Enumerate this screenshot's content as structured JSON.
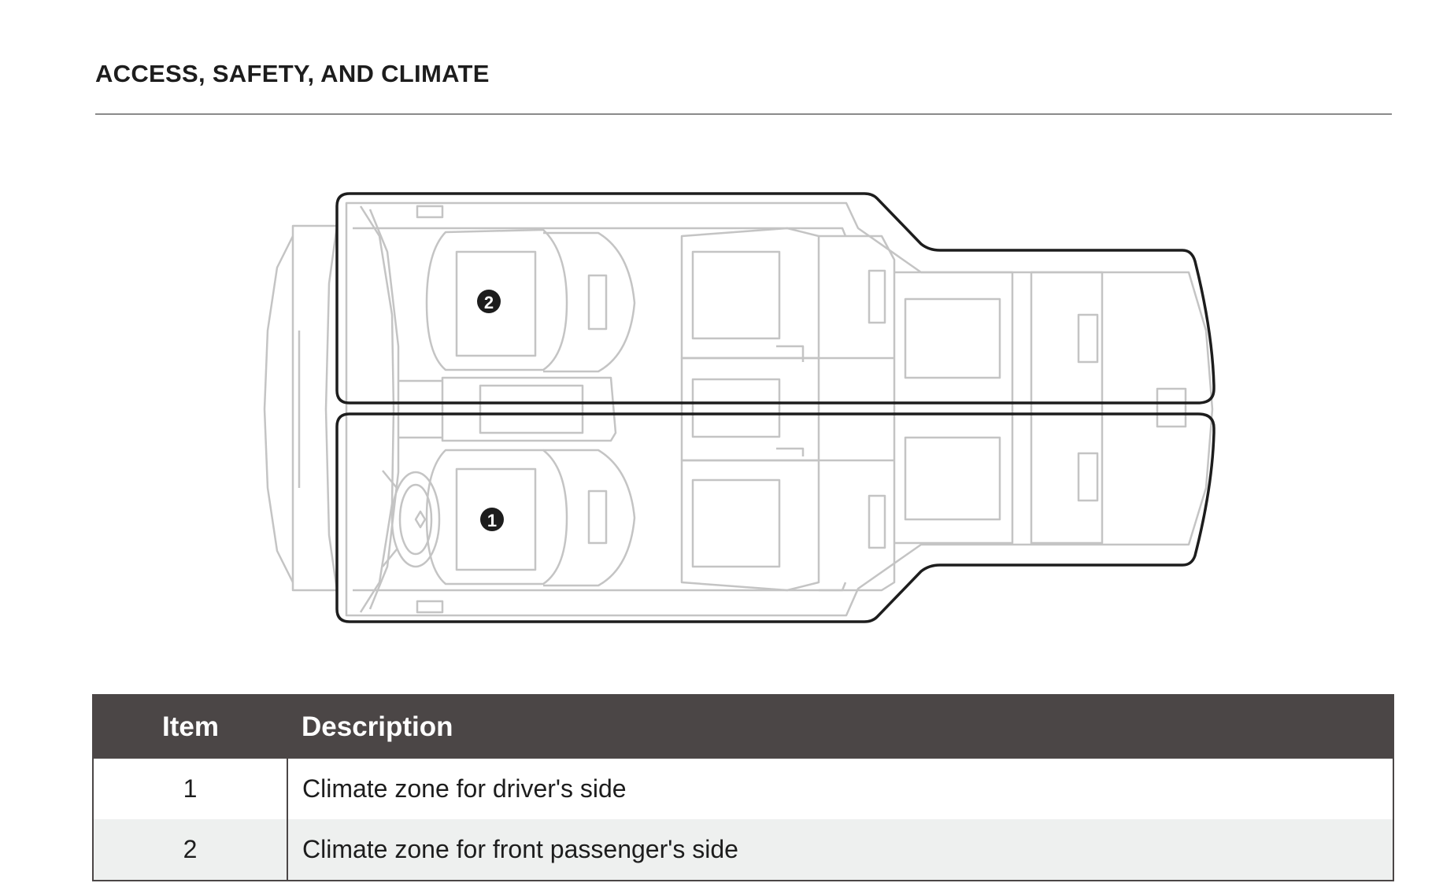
{
  "section": {
    "title": "ACCESS, SAFETY, AND CLIMATE"
  },
  "diagram": {
    "markers": [
      {
        "number": "1"
      },
      {
        "number": "2"
      }
    ]
  },
  "table": {
    "headers": {
      "item": "Item",
      "description": "Description"
    },
    "rows": [
      {
        "item": "1",
        "description": "Climate zone for driver's side"
      },
      {
        "item": "2",
        "description": "Climate zone for front passenger's side"
      }
    ]
  }
}
